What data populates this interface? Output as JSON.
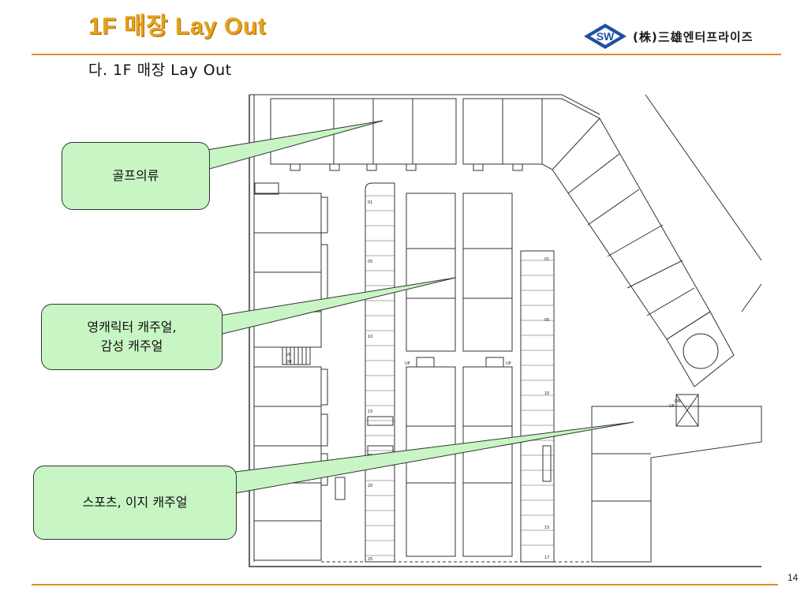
{
  "header": {
    "title": "1F 매장 Lay Out",
    "company": "(株)三雄엔터프라이즈",
    "logo_mark": "SW"
  },
  "subtitle": "다.  1F 매장 Lay Out",
  "callouts": [
    {
      "label": "골프의류"
    },
    {
      "label_line1": "영캐릭터 캐주얼,",
      "label_line2": "감성 캐주얼"
    },
    {
      "label": "스포츠, 이지 캐주얼"
    }
  ],
  "plan_labels": {
    "up": "UP",
    "dn": "DN",
    "left_parking": [
      "01",
      "05",
      "10",
      "15",
      "20",
      "25"
    ],
    "right_parking": [
      "01",
      "05",
      "10",
      "15",
      "17"
    ]
  },
  "page_number": "14",
  "colors": {
    "title": "#e8a21a",
    "rule": "#e58a2a",
    "callout_fill": "#c8f5c4",
    "logo_blue": "#1f4fa3"
  }
}
